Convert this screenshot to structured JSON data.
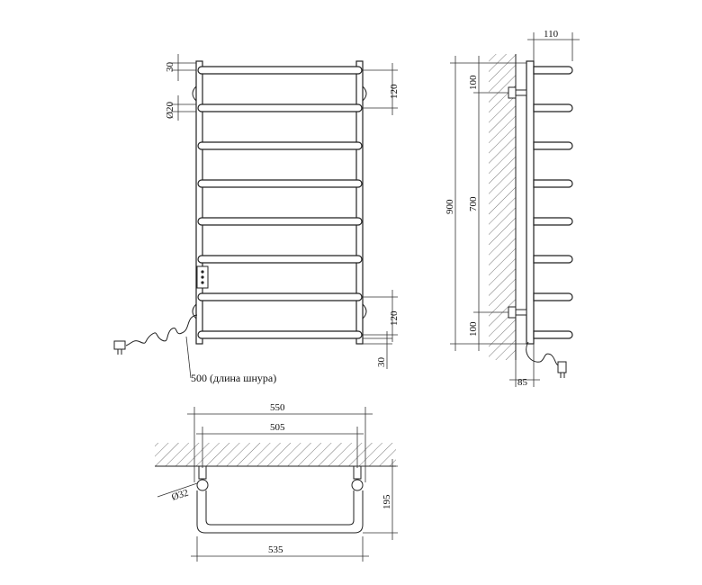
{
  "front_view": {
    "dims": {
      "top_offset": "30",
      "tube_diameter": "Ø20",
      "top_mount_spacing": "120",
      "bottom_mount_spacing": "120",
      "bottom_offset": "30"
    },
    "rungs": 8,
    "cord_label": "500 (длина шнура)"
  },
  "side_view": {
    "dims": {
      "depth": "110",
      "total_height": "900",
      "mount_height": "700",
      "top_mount_offset": "100",
      "bottom_mount_offset": "100",
      "bottom_depth": "85"
    },
    "rungs": 8
  },
  "top_view": {
    "dims": {
      "total_width": "550",
      "mount_width": "505",
      "bottom_width": "535",
      "projection": "195",
      "mount_diameter": "Ø32"
    }
  }
}
